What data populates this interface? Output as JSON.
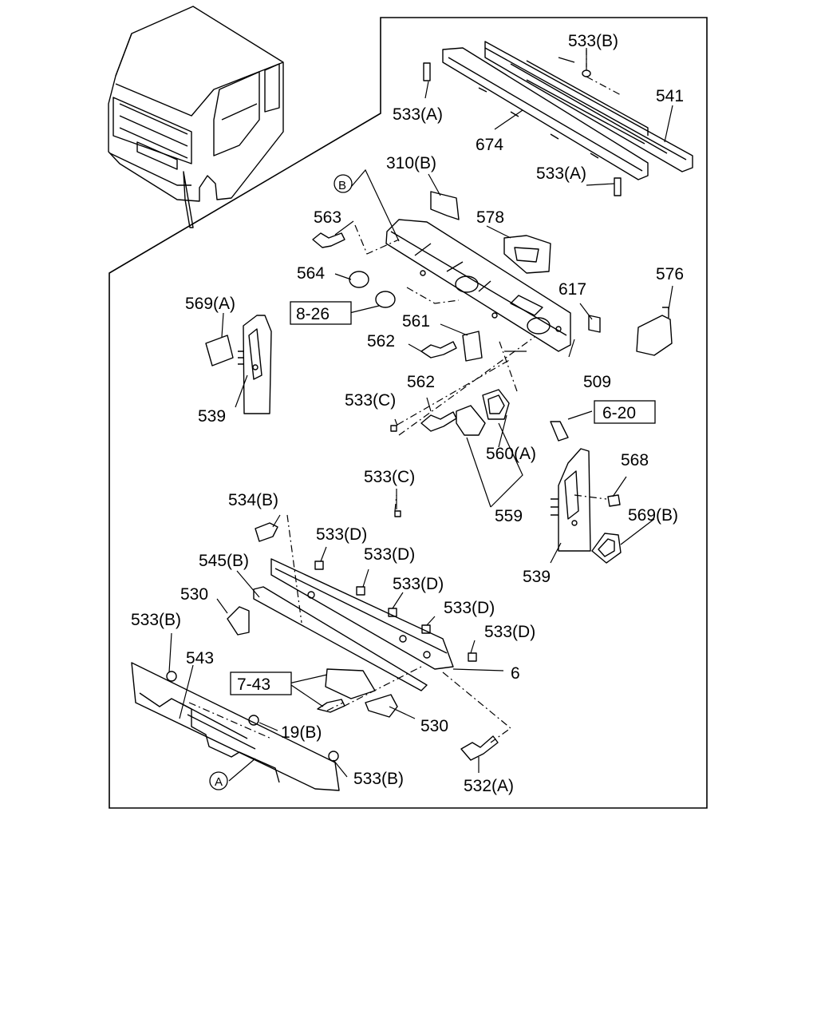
{
  "labels": {
    "l533b_top": "533(B)",
    "l541": "541",
    "l533a_top": "533(A)",
    "l674": "674",
    "l533a_mid": "533(A)",
    "l310b": "310(B)",
    "lB": "B",
    "l563": "563",
    "l578": "578",
    "l564": "564",
    "l576": "576",
    "l569a": "569(A)",
    "l826": "8-26",
    "l617": "617",
    "l561": "561",
    "l562a": "562",
    "l509": "509",
    "l539a": "539",
    "l562b": "562",
    "l533c_a": "533(C)",
    "l620": "6-20",
    "l560a": "560(A)",
    "l568": "568",
    "l533c_b": "533(C)",
    "l534b": "534(B)",
    "l569b": "569(B)",
    "l559": "559",
    "l533d_1": "533(D)",
    "l533d_2": "533(D)",
    "l539b": "539",
    "l545b": "545(B)",
    "l533d_3": "533(D)",
    "l530a": "530",
    "l533d_4": "533(D)",
    "l533b_left": "533(B)",
    "l533d_5": "533(D)",
    "l543": "543",
    "l6": "6",
    "l743": "7-43",
    "l530b": "530",
    "l19b": "19(B)",
    "lA": "A",
    "l533b_bottom": "533(B)",
    "l532a": "532(A)"
  }
}
